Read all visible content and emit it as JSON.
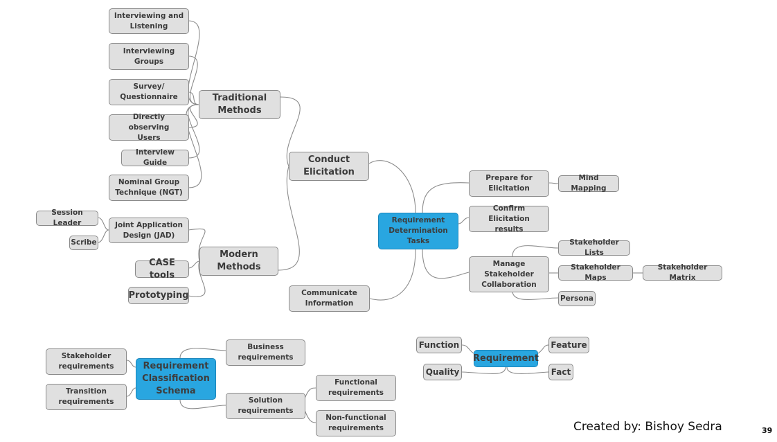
{
  "nodes": {
    "interviewing_listening": "Interviewing and\nListening",
    "interviewing_groups": "Interviewing\nGroups",
    "survey": "Survey/\nQuestionnaire",
    "directly_observing": "Directly observing\nUsers",
    "interview_guide": "Interview Guide",
    "ngt": "Nominal Group\nTechnique (NGT)",
    "traditional_methods": "Traditional\nMethods",
    "conduct_elicitation": "Conduct\nElicitation",
    "session_leader": "Session Leader",
    "jad": "Joint Application\nDesign (JAD)",
    "scribe": "Scribe",
    "modern_methods": "Modern\nMethods",
    "case_tools": "CASE tools",
    "prototyping": "Prototyping",
    "communicate_information": "Communicate\nInformation",
    "rdt": "Requirement\nDetermination\nTasks",
    "prepare_elicitation": "Prepare for\nElicitation",
    "mind_mapping": "Mind Mapping",
    "confirm_results": "Confirm Elicitation\nresults",
    "manage_collab": "Manage\nStakeholder\nCollaboration",
    "stakeholder_lists": "Stakeholder Lists",
    "stakeholder_maps": "Stakeholder Maps",
    "stakeholder_matrix": "Stakeholder Matrix",
    "persona": "Persona",
    "rcs": "Requirement\nClassification\nSchema",
    "stakeholder_req": "Stakeholder\nrequirements",
    "transition_req": "Transition\nrequirements",
    "business_req": "Business\nrequirements",
    "solution_req": "Solution\nrequirements",
    "functional_req": "Functional\nrequirements",
    "nonfunctional_req": "Non-functional\nrequirements",
    "requirement": "Requirement",
    "function": "Function",
    "feature": "Feature",
    "quality": "Quality",
    "fact": "Fact"
  },
  "footer": {
    "credit": "Created by: Bishoy Sedra",
    "page_number": "39"
  }
}
